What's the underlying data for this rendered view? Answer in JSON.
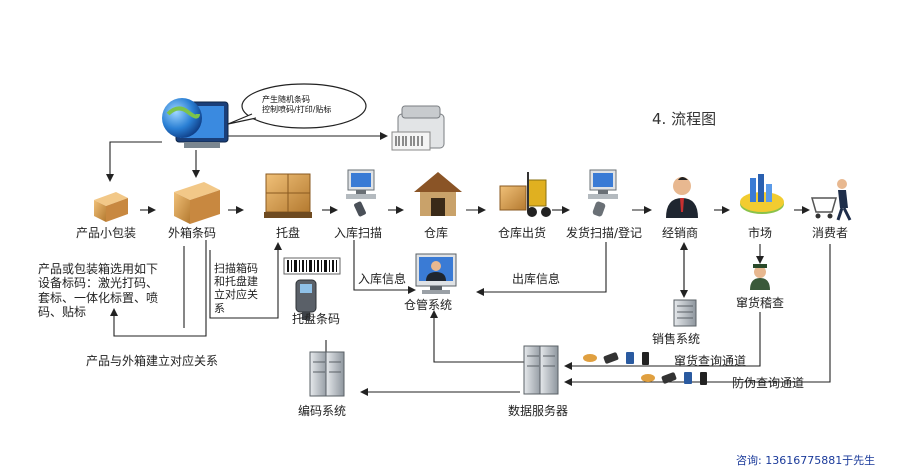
{
  "title": "4. 流程图",
  "speech_bubble": "产生随机条码\n控制喷码/打印/贴标",
  "nodes": {
    "small_package": "产品小包装",
    "outer_box_code": "外箱条码",
    "pallet": "托盘",
    "inbound_scan": "入库扫描",
    "warehouse": "仓库",
    "warehouse_out": "仓库出货",
    "ship_scan": "发货扫描/登记",
    "distributor": "经销商",
    "market": "市场",
    "consumer": "消费者",
    "warehouse_system": "仓管系统",
    "sales_system": "销售系统",
    "smuggling_check": "窜货稽查",
    "coding_system": "编码系统",
    "data_server": "数据服务器",
    "pallet_code": "托盘条码"
  },
  "notes": {
    "equipment": "产品或包装箱选用如下\n设备标码：激光打码、\n套标、一体化标置、喷\n码、贴标",
    "box_pallet_link": "扫描箱码\n和托盘建\n立对应关\n系",
    "product_box_link": "产品与外箱建立对应关系",
    "inbound_info": "入库信息",
    "outbound_info": "出库信息",
    "smuggling_query": "窜货查询通道",
    "counterfeit_query": "防伪查询通道"
  },
  "contact": "咨询: 13616775881于先生",
  "colors": {
    "arrow": "#222222",
    "box": "#d8a050",
    "box_dark": "#a8702a",
    "server": "#b8bec4",
    "server_dark": "#6e767e",
    "globe": "#2a7fd4",
    "contact_text": "#1a3a9a"
  }
}
